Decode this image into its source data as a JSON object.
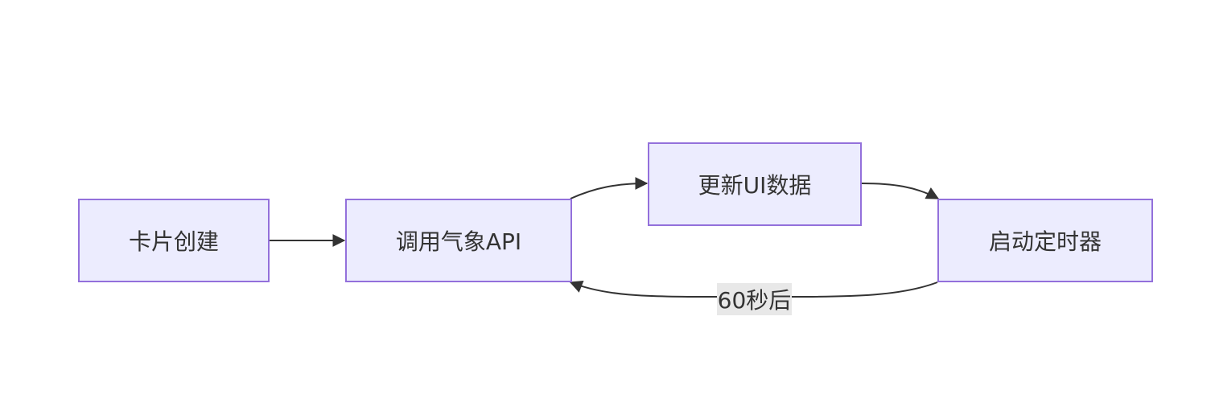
{
  "nodes": {
    "start": "卡片创建",
    "api": "调用气象API",
    "update": "更新UI数据",
    "timer": "启动定时器"
  },
  "edges": [
    {
      "from": "卡片创建",
      "to": "调用气象API",
      "label": ""
    },
    {
      "from": "调用气象API",
      "to": "更新UI数据",
      "label": ""
    },
    {
      "from": "更新UI数据",
      "to": "启动定时器",
      "label": ""
    },
    {
      "from": "启动定时器",
      "to": "调用气象API",
      "label": "60秒后"
    }
  ],
  "colors": {
    "node_fill": "#ececfe",
    "node_border": "#9370db",
    "edge": "#333333",
    "label_bg": "#e8e8e8"
  }
}
